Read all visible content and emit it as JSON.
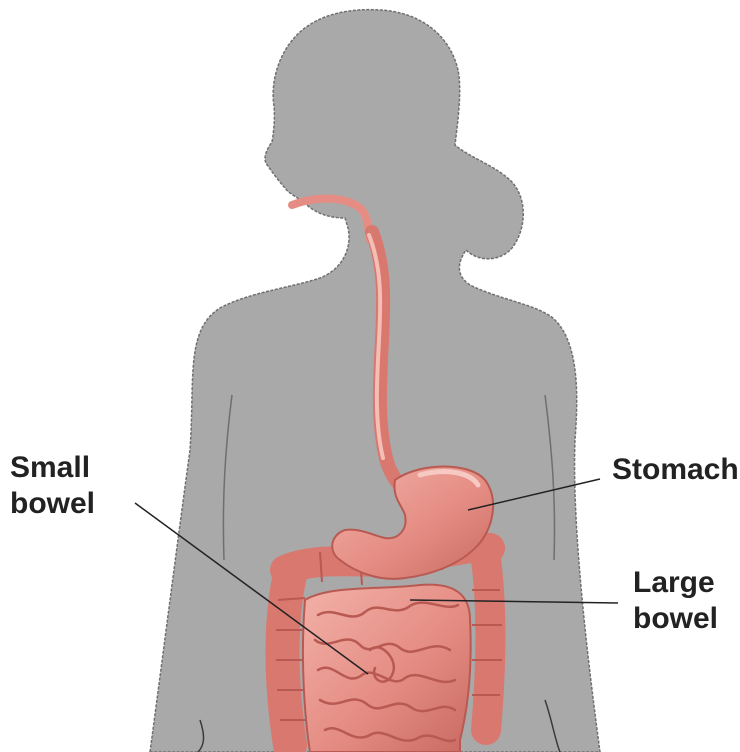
{
  "labels": {
    "small_bowel": {
      "line1": "Small",
      "line2": "bowel"
    },
    "stomach": "Stomach",
    "large_bowel": {
      "line1": "Large",
      "line2": "bowel"
    }
  },
  "colors": {
    "silhouette": "#a9a9a9",
    "silhouette_outline": "#6f6f6f",
    "organ": "#e58d84",
    "organ_dark": "#b85a52",
    "organ_light": "#f2b1a8",
    "leader_line": "#222222",
    "label_text": "#222222"
  }
}
